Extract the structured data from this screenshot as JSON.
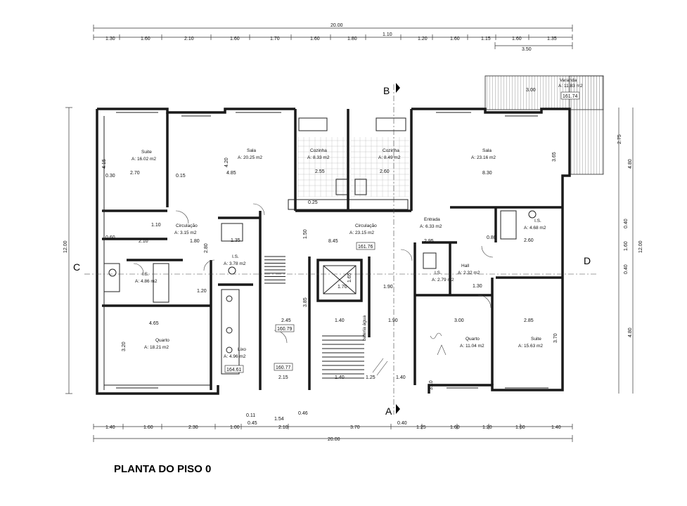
{
  "title": "PLANTA DO PISO 0",
  "overall": {
    "top": "20.00",
    "bottom": "20.00",
    "right": "12.00",
    "left": "12.00"
  },
  "top_dims": [
    "1.30",
    "1.60",
    "2.10",
    "1.60",
    "1.70",
    "1.60",
    "1.80",
    "1.10",
    "1.20",
    "1.60",
    "1.15",
    "1.60",
    "1.35"
  ],
  "top_sub": "3.50",
  "bottom_dims": [
    "1.40",
    "1.60",
    "2.30",
    "1.00",
    "2.10",
    "3.70",
    "1.25",
    "1.60",
    "1.20",
    "1.60",
    "1.40"
  ],
  "bottom_small": [
    "0.11",
    "1.54",
    "0.46",
    "0.45",
    "0.40"
  ],
  "right_dims": [
    "2.75",
    "4.80",
    "0.40",
    "1.60",
    "0.40",
    "4.80"
  ],
  "sections": {
    "b": "B",
    "a": "A",
    "c": "C",
    "d": "D"
  },
  "rooms": [
    {
      "name": "Suite",
      "area": "A: 16.02 m2"
    },
    {
      "name": "Sala",
      "area": "A: 20.25 m2"
    },
    {
      "name": "Cozinha",
      "area": "A: 8.33 m2"
    },
    {
      "name": "Cozinha",
      "area": "A: 8.49 m2"
    },
    {
      "name": "Sala",
      "area": "A: 23.16 m2"
    },
    {
      "name": "Varanda",
      "area": "A: 11.83 m2"
    },
    {
      "name": "Circulação",
      "area": "A: 3.15 m2"
    },
    {
      "name": "Circulação",
      "area": "A: 23.15 m2"
    },
    {
      "name": "Entrada",
      "area": "A: 6.33 m2"
    },
    {
      "name": "I.S.",
      "area": "A: 4.68 m2"
    },
    {
      "name": "I.S.",
      "area": "A: 3.78 m2"
    },
    {
      "name": "I.S.",
      "area": "A: 4.86 m2"
    },
    {
      "name": "I.S.",
      "area": "A: 2.79 m2"
    },
    {
      "name": "Hall",
      "area": "A: 2.32 m2"
    },
    {
      "name": "Quarto",
      "area": "A: 18.21 m2"
    },
    {
      "name": "Quarto",
      "area": "A: 11.04 m2"
    },
    {
      "name": "Suite",
      "area": "A: 15.63 m2"
    },
    {
      "name": "Lixo",
      "area": "A: 4.96 m2"
    }
  ],
  "tags": [
    "161.76",
    "160.79",
    "164.61",
    "160.77",
    "161.74"
  ],
  "bateria": "bateria água",
  "inner_dims": [
    "2.70",
    "4.85",
    "2.55",
    "2.60",
    "8.30",
    "3.00",
    "0.30",
    "0.15",
    "0.25",
    "1.10",
    "2.10",
    "1.80",
    "8.45",
    "2.95",
    "2.60",
    "1.20",
    "1.70",
    "1.90",
    "1.30",
    "4.65",
    "2.45",
    "1.40",
    "1.90",
    "3.00",
    "2.85",
    "2.15",
    "1.40",
    "1.25",
    "1.40",
    "3.20",
    "3.10",
    "3.70",
    "3.85",
    "4.20",
    "4.15",
    "3.65",
    "1.65",
    "0.60",
    "0.80",
    "1.50",
    "1.35",
    "2.80"
  ]
}
